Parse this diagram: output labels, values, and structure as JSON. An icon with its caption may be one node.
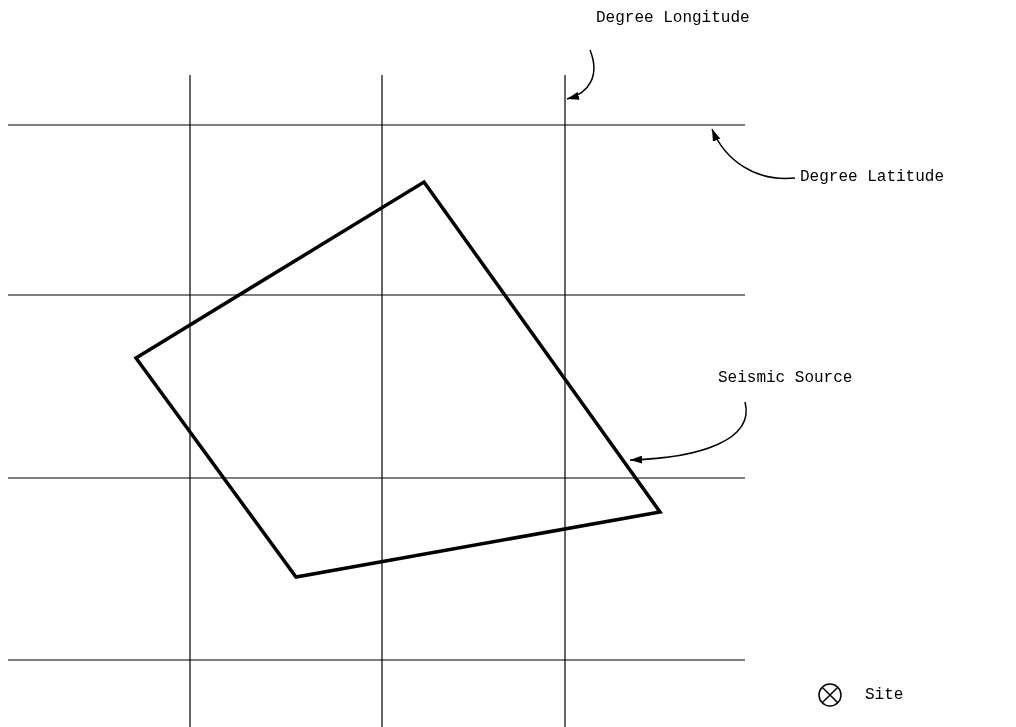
{
  "diagram": {
    "nodes": [
      {
        "text": [
          "Degree Longitude"
        ]
      },
      {
        "text": [],
        "shape": "line"
      },
      {
        "text": [
          "Degree Latitude"
        ]
      },
      {
        "text": [],
        "shape": "line"
      },
      {
        "text": [
          "Seismic Source"
        ]
      },
      {
        "text": [],
        "shape": "polygon"
      }
    ],
    "edges": [
      {
        "from": 0,
        "to": 1,
        "arrow": "to"
      },
      {
        "from": 2,
        "to": 3,
        "arrow": "to"
      },
      {
        "from": 4,
        "to": 5,
        "arrow": "to"
      }
    ],
    "legend": [
      {
        "text": "Site"
      }
    ]
  }
}
